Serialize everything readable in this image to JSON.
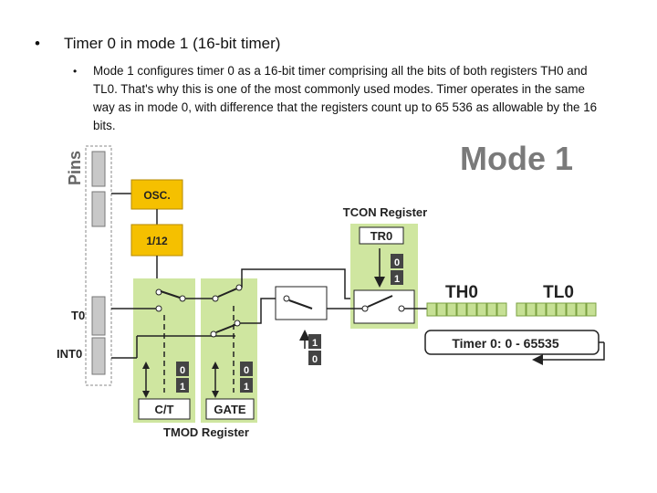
{
  "slide": {
    "title_bullet": "Timer 0 in mode 1 (16-bit timer)",
    "body_bullet": "Mode 1 configures timer 0 as a 16-bit timer comprising all the bits of both registers TH0 and TL0. That's why this is one of the most commonly used modes. Timer operates in the same way as in mode 0, with difference that the registers count up to 65 536 as allowable by the 16 bits."
  },
  "diagram": {
    "heading": "Mode 1",
    "pins_label": "Pins",
    "osc_label": "OSC.",
    "divider_label": "1/12",
    "tcon_label": "TCON Register",
    "tr0_label": "TR0",
    "th0_label": "TH0",
    "tl0_label": "TL0",
    "timer_range": "Timer 0: 0 - 65535",
    "t0_pin": "T0",
    "int0_pin": "INT0",
    "ct_label": "C/T",
    "gate_label": "GATE",
    "tmod_label": "TMOD Register",
    "bit_zero": "0",
    "bit_one": "1",
    "colors": {
      "green": "#cfe6a0",
      "yellow": "#f5c000",
      "register_cells": "#c6e095",
      "pin_gray": "#c8c8c8"
    }
  }
}
